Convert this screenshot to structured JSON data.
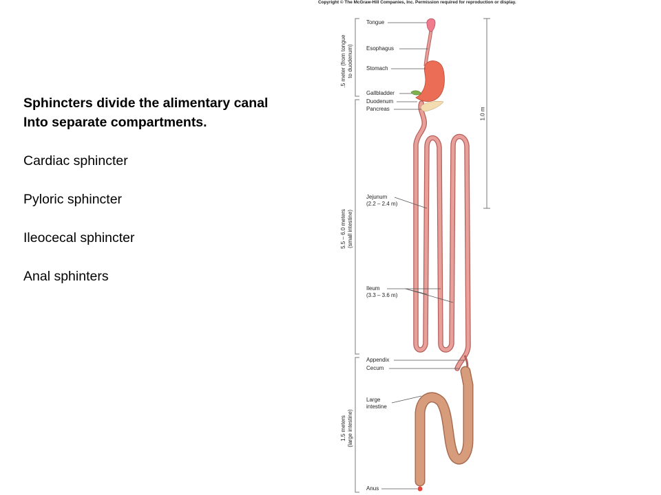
{
  "slide": {
    "heading_line1": "Sphincters divide the alimentary canal",
    "heading_line2": "Into separate compartments.",
    "items": [
      "Cardiac sphincter",
      "Pyloric sphincter",
      "Ileocecal sphincter",
      "Anal sphinters"
    ]
  },
  "figure": {
    "copyright": "Copyright © The McGraw-Hill Companies, Inc. Permission required for reproduction or display.",
    "labels": {
      "tongue": "Tongue",
      "esophagus": "Esophagus",
      "stomach": "Stomach",
      "gallbladder": "Gallbladder",
      "duodenum": "Duodenum",
      "pancreas": "Pancreas",
      "jejunum": "Jejunum",
      "jejunum_length": "(2.2 – 2.4 m)",
      "ileum": "Ileum",
      "ileum_length": "(3.3 – 3.6 m)",
      "appendix": "Appendix",
      "cecum": "Cecum",
      "large_intestine_1": "Large",
      "large_intestine_2": "intestine",
      "anus": "Anus"
    },
    "brackets": {
      "upper_1": ".5 meter (from tongue",
      "upper_2": "to duodenum)",
      "small_1": "5.5 – 6.0 meters",
      "small_2": "(small intestine)",
      "large_1": "1.5 meters",
      "large_2": "(large intestine)",
      "scale": "1.0 m"
    },
    "colors": {
      "intestine": "#e9a09a",
      "intestine_edge": "#b45f5a",
      "stomach": "#ec6d55",
      "tongue": "#f07b8c",
      "large_intestine": "#d79c7c",
      "gallbladder": "#7fb24c",
      "pancreas": "#f2dcb0"
    }
  }
}
